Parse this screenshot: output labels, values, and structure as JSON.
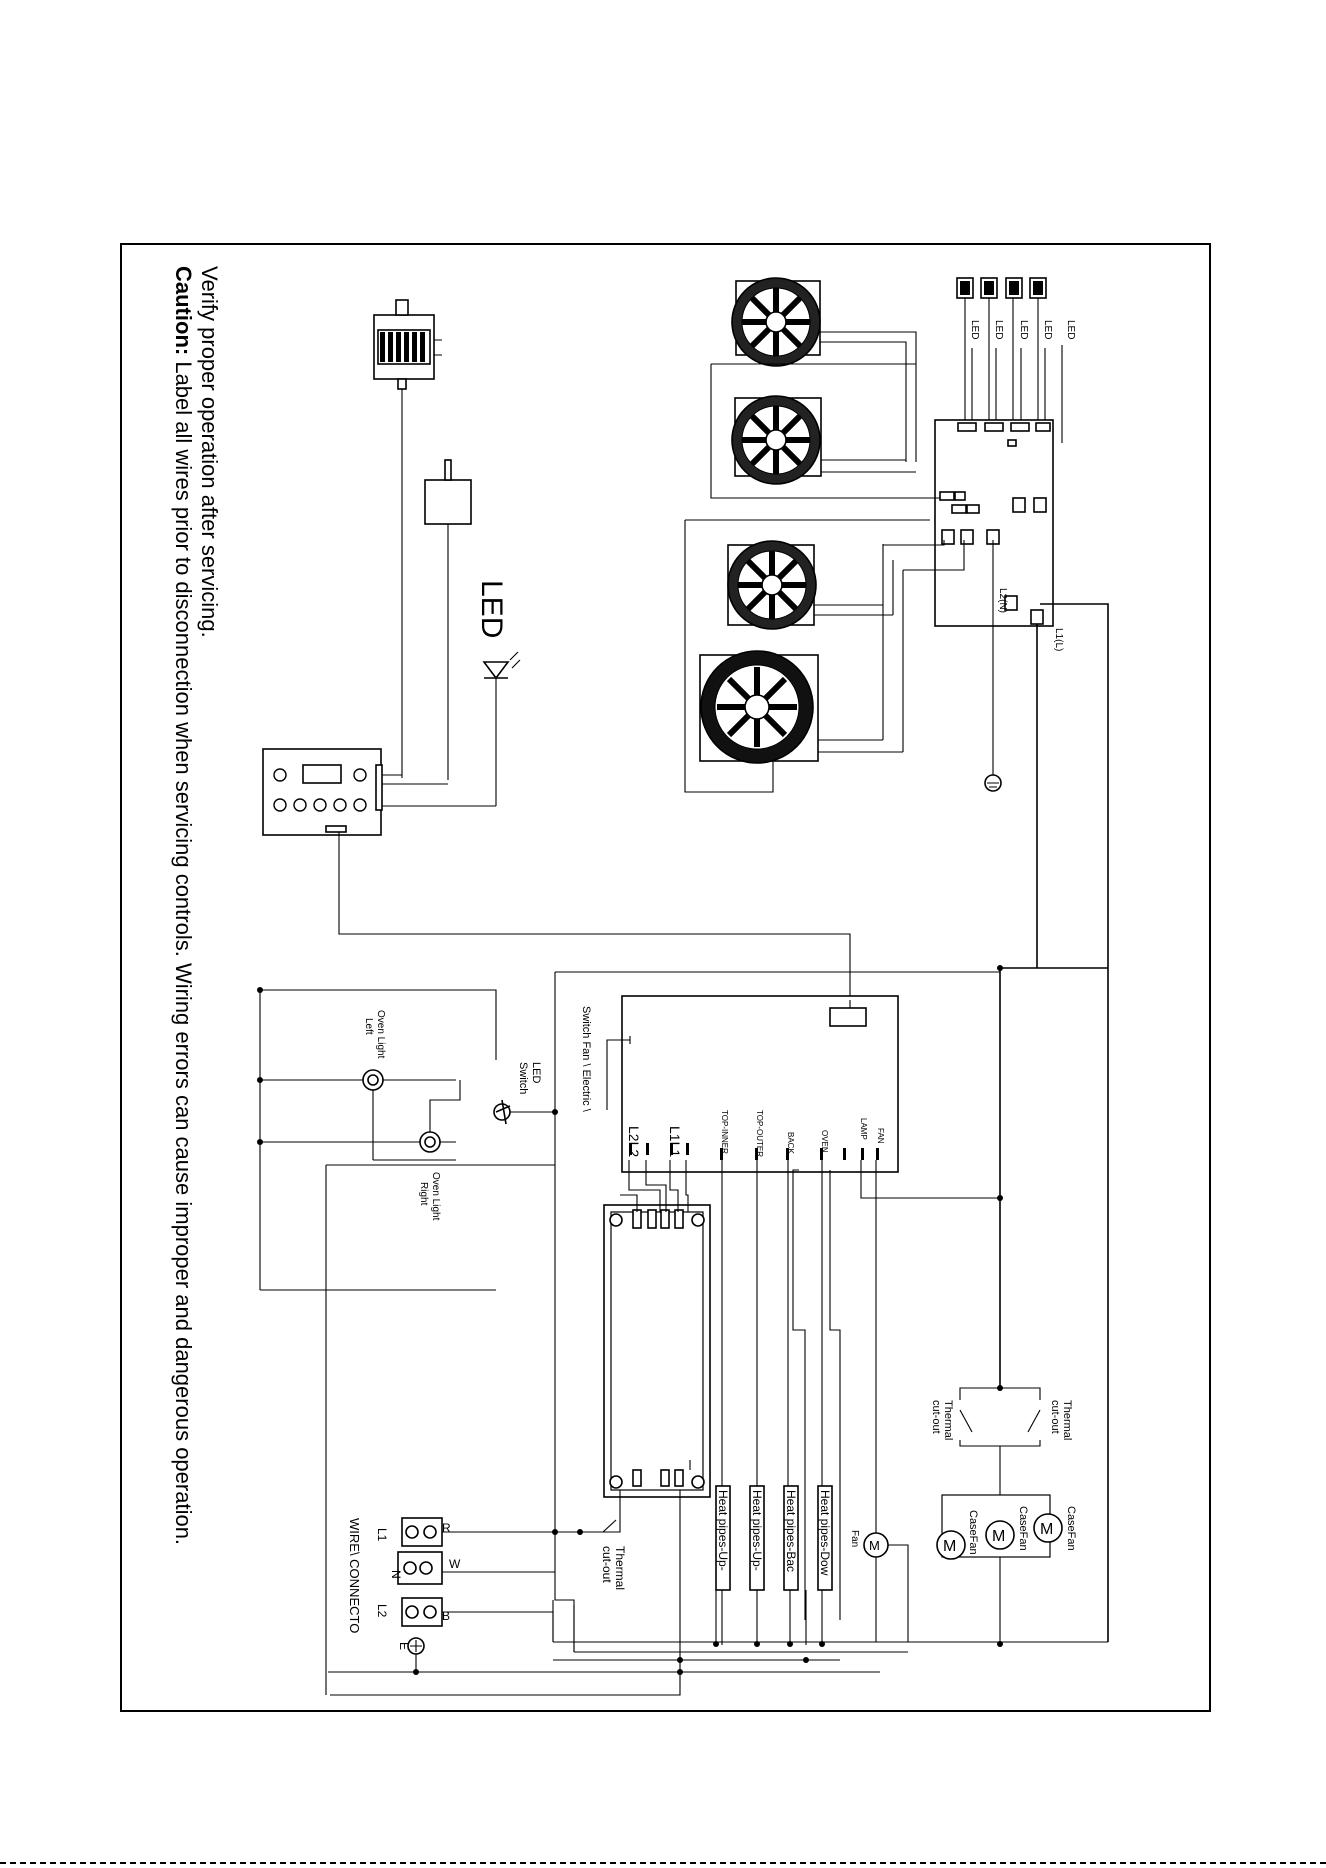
{
  "caution": {
    "title": "Caution:",
    "line1": "Label all wires prior to disconnection when servicing controls. Wiring errors can cause improper and dangerous operation.",
    "line2": "Verify proper operation after servicing."
  },
  "labels": {
    "led_big": "LED",
    "led": "LED",
    "l2n": "L2(N)",
    "l1l": "L1(L)",
    "switch_fan_electric": "Switch Fan \\ Electric \\",
    "terminal_l2l2": "L2L2",
    "terminal_l1l1": "L1L1",
    "top_inner": "TOP-INNER",
    "top_outer": "TOP-OUTER",
    "back": "BACK",
    "oven": "OVEN",
    "lamp": "LAMP",
    "fan": "FAN",
    "led_switch_1": "LED",
    "led_switch_2": "Switch",
    "oven_light_left_1": "Oven Light",
    "oven_light_left_2": "Left",
    "oven_light_right_1": "Oven Light",
    "oven_light_right_2": "Right",
    "thermal_cutout_1a": "Thermal",
    "thermal_cutout_1b": "cut-out",
    "thermal_cutout_2a": "Thermal",
    "thermal_cutout_2b": "cut-out",
    "thermal_cutout_3a": "Thermal",
    "thermal_cutout_3b": "cut-out",
    "case_fan_1": "CaseFan",
    "case_fan_2": "CaseFan",
    "case_fan_3": "CaseFan",
    "motor_m": "M",
    "fan_motor": "Fan",
    "heat_pipes_up_1": "Heat pipes-Up-",
    "heat_pipes_up_2": "Heat pipes-Up-",
    "heat_pipes_back": "Heat pipes-Bac",
    "heat_pipes_down": "Heat pipes-Dow",
    "wire_connector": "WIRE\\ CONNECTO",
    "terminal_r": "R",
    "terminal_w": "W",
    "terminal_b": "B",
    "terminal_l1": "L1",
    "terminal_n": "N",
    "terminal_l2": "L2",
    "terminal_e": "E"
  }
}
